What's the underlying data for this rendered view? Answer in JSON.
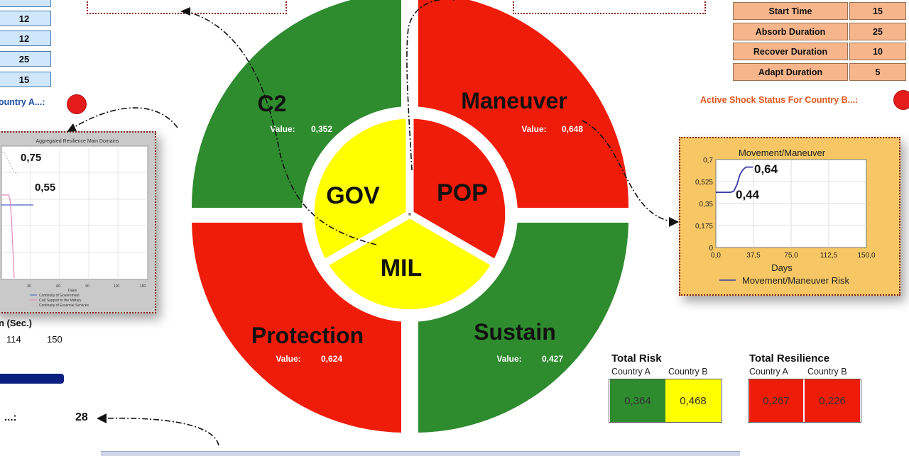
{
  "left_panel": {
    "inputs": [
      "12",
      "12",
      "25",
      "15"
    ],
    "status_label": "ountry A...:",
    "time_label": "n (Sec.)",
    "time_ticks": [
      "114",
      "150"
    ],
    "counter_label": "...:",
    "counter_value": "28"
  },
  "left_chart": {
    "title": "Aggregated Resilience Main Domains",
    "xlabel": "Days",
    "x_ticks": [
      "30",
      "60",
      "90",
      "120",
      "150"
    ],
    "callout_high": "0,75",
    "callout_low": "0,55",
    "legend": [
      "Continuity of Government",
      "Civil Support to the Military",
      "Continuity of Essential Services"
    ]
  },
  "wheel": {
    "outer": [
      {
        "name": "C2",
        "value_label": "Value:",
        "value": "0,352",
        "color": "#2e8b2e"
      },
      {
        "name": "Maneuver",
        "value_label": "Value:",
        "value": "0,648",
        "color": "#ef1c0a"
      },
      {
        "name": "Protection",
        "value_label": "Value:",
        "value": "0,624",
        "color": "#ef1c0a"
      },
      {
        "name": "Sustain",
        "value_label": "Value:",
        "value": "0,427",
        "color": "#2e8b2e"
      }
    ],
    "inner": [
      {
        "name": "GOV",
        "color": "#ffff00"
      },
      {
        "name": "POP",
        "color": "#ef1c0a"
      },
      {
        "name": "MIL",
        "color": "#ffff00"
      }
    ]
  },
  "params": [
    {
      "label": "Start Time",
      "value": "15"
    },
    {
      "label": "Absorb Duration",
      "value": "25"
    },
    {
      "label": "Recover Duration",
      "value": "10"
    },
    {
      "label": "Adapt Duration",
      "value": "5"
    }
  ],
  "shock_status_b": {
    "label": "Active Shock Status For Country B...:",
    "color": "#e41b1b"
  },
  "movement_chart": {
    "title": "Movement/Maneuver",
    "xlabel": "Days",
    "legend": "Movement/Maneuver Risk",
    "callout_high": "0,64",
    "callout_low": "0,44"
  },
  "chart_data": {
    "type": "line",
    "title": "Movement/Maneuver",
    "xlabel": "Days",
    "ylabel": "",
    "x_ticks": [
      "0,0",
      "37,5",
      "75,0",
      "112,5",
      "150,0"
    ],
    "y_ticks": [
      "0",
      "0,175",
      "0,35",
      "0,525",
      "0,7"
    ],
    "xlim": [
      0,
      150
    ],
    "ylim": [
      0,
      0.7
    ],
    "grid": true,
    "legend_position": "bottom",
    "series": [
      {
        "name": "Movement/Maneuver Risk",
        "color": "#3a3aa8",
        "x": [
          0,
          15,
          18,
          21,
          24,
          27,
          30,
          34,
          37
        ],
        "y": [
          0.44,
          0.44,
          0.45,
          0.5,
          0.58,
          0.62,
          0.64,
          0.64,
          0.64
        ]
      }
    ]
  },
  "kpis": {
    "risk": {
      "title": "Total Risk",
      "labels": [
        "Country A",
        "Country B"
      ],
      "values": [
        "0,364",
        "0,468"
      ],
      "colors": [
        "#2e8b2e",
        "#ffff00"
      ]
    },
    "resilience": {
      "title": "Total Resilience",
      "labels": [
        "Country A",
        "Country B"
      ],
      "values": [
        "0,267",
        "0,226"
      ],
      "colors": [
        "#ef1c0a",
        "#ef1c0a"
      ]
    }
  }
}
